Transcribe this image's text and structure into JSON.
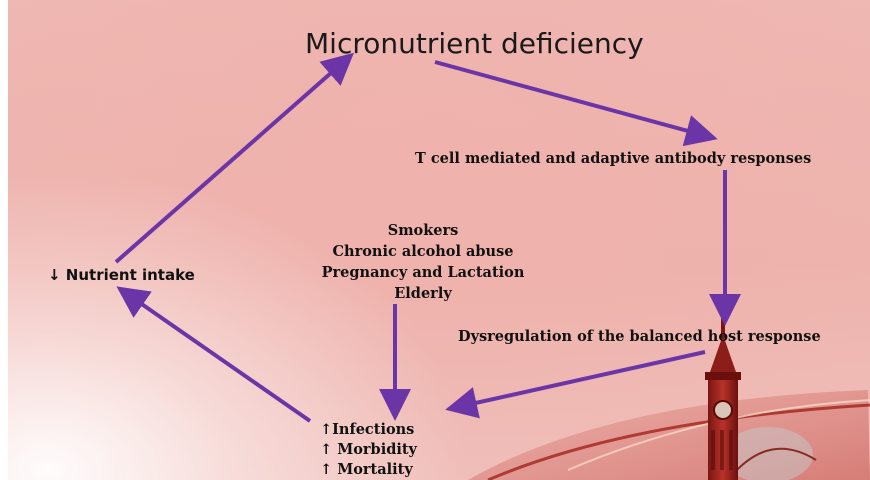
{
  "diagram": {
    "title": "Micronutrient deficiency",
    "nodes": {
      "t_cell": "T cell mediated and adaptive antibody responses",
      "dysregulation": "Dysregulation of the balanced host response",
      "nutrient_intake": "↓ Nutrient intake",
      "risk_groups": [
        "Smokers",
        "Chronic alcohol abuse",
        "Pregnancy and Lactation",
        "Elderly"
      ],
      "outcomes": [
        "↑Infections",
        "↑ Morbidity",
        "↑ Mortality"
      ]
    }
  },
  "colors": {
    "arrow": "#6b35a8",
    "background": "#efb8b3",
    "tower": "#8c1e1a"
  }
}
